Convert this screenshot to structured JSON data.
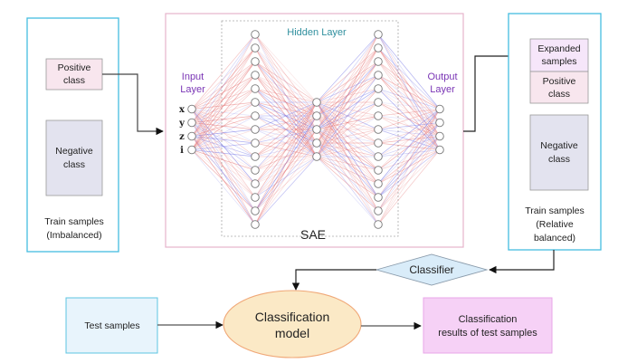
{
  "left_panel": {
    "positive_class": [
      "Positive",
      "class"
    ],
    "negative_class": [
      "Negative",
      "class"
    ],
    "caption": [
      "Train samples",
      "(Imbalanced)"
    ]
  },
  "sae": {
    "title": "SAE",
    "hidden_layer_label": "Hidden Layer",
    "input_layer_label": [
      "Input",
      "Layer"
    ],
    "output_layer_label": [
      "Output",
      "Layer"
    ],
    "input_variables": [
      "x",
      "y",
      "z",
      "i"
    ],
    "layer_sizes": [
      4,
      15,
      5,
      15,
      4
    ]
  },
  "right_panel": {
    "expanded_samples": [
      "Expanded",
      "samples"
    ],
    "positive_class": [
      "Positive",
      "class"
    ],
    "negative_class": [
      "Negative",
      "class"
    ],
    "caption": [
      "Train samples",
      "(Relative",
      "balanced)"
    ]
  },
  "classifier_label": "Classifier",
  "test_samples_label": "Test samples",
  "classification_model": [
    "Classification",
    "model"
  ],
  "results": [
    "Classification",
    "results of test samples"
  ],
  "colors": {
    "panel_border": "#44bde0",
    "sae_border": "#e6b3cc",
    "positive_fill": "#f8e6ee",
    "negative_fill": "#e3e3ef",
    "expanded_fill": "#f6e6fa",
    "classifier_fill": "#d9ecf9",
    "test_fill": "#e8f4fc",
    "model_fill": "#fbe9c6",
    "model_border": "#f0a878",
    "results_fill": "#f6d1f6",
    "results_border": "#e8a6e8",
    "edge_red": "#e46a6a",
    "edge_blue": "#6a6ae4"
  }
}
